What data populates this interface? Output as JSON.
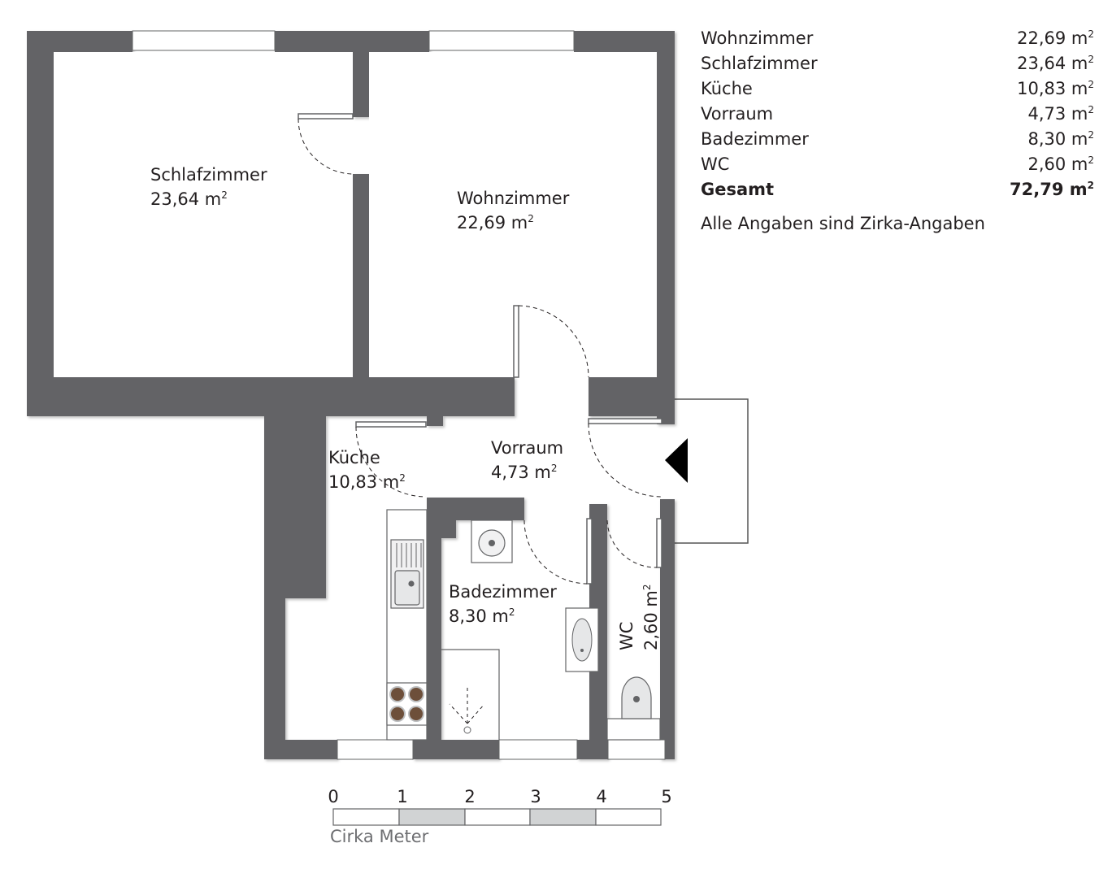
{
  "legend": {
    "rows": [
      {
        "room": "Wohnzimmer",
        "area": "22,69 m",
        "unit_sup": "2"
      },
      {
        "room": "Schlafzimmer",
        "area": "23,64 m",
        "unit_sup": "2"
      },
      {
        "room": "Küche",
        "area": "10,83 m",
        "unit_sup": "2"
      },
      {
        "room": "Vorraum",
        "area": "4,73 m",
        "unit_sup": "2"
      },
      {
        "room": "Badezimmer",
        "area": "8,30 m",
        "unit_sup": "2"
      },
      {
        "room": "WC",
        "area": "2,60 m",
        "unit_sup": "2"
      }
    ],
    "total": {
      "room": "Gesamt",
      "area": "72,79 m",
      "unit_sup": "2"
    },
    "note": "Alle Angaben sind Zirka-Angaben"
  },
  "rooms": {
    "schlafzimmer": {
      "name": "Schlafzimmer",
      "area": "23,64 m",
      "sup": "2"
    },
    "wohnzimmer": {
      "name": "Wohnzimmer",
      "area": "22,69 m",
      "sup": "2"
    },
    "kueche": {
      "name": "Küche",
      "area": "10,83 m",
      "sup": "2"
    },
    "vorraum": {
      "name": "Vorraum",
      "area": "4,73 m",
      "sup": "2"
    },
    "badezimmer": {
      "name": "Badezimmer",
      "area": "8,30 m",
      "sup": "2"
    },
    "wc": {
      "name": "WC",
      "area": "2,60 m",
      "sup": "2"
    }
  },
  "scale": {
    "ticks": [
      "0",
      "1",
      "2",
      "3",
      "4",
      "5"
    ],
    "caption": "Cirka Meter"
  },
  "colors": {
    "wall": "#636466",
    "text": "#231f20",
    "scale_fill": "#d1d3d4",
    "caption": "#6d6e71"
  }
}
